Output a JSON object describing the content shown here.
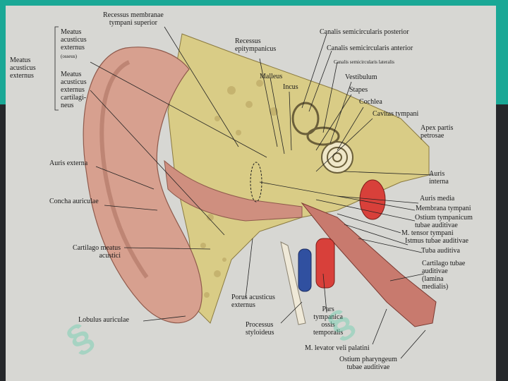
{
  "labels": {
    "recessus_membranae": "Recessus membranae\ntympani superior",
    "meatus_group": "Meatus\nacusticus\nexternus",
    "meatus_osseus": "Meatus\nacusticus\nexternus",
    "osseus_note": "(osseus)",
    "meatus_cartilagineus": "Meatus\nacusticus\nexternus\ncartilagi-\nneus",
    "recessus_epitympanicus": "Recessus\nepitympanicus",
    "canalis_posterior": "Canalis semicircularis posterior",
    "canalis_anterior": "Canalis semicircularis anterior",
    "canalis_lateralis": "Canalis semicircularis lateralis",
    "malleus": "Malleus",
    "incus": "Incus",
    "vestibulum": "Vestibulum",
    "stapes": "Stapes",
    "cochlea": "Cochlea",
    "cavitas_tympani": "Cavitas tympani",
    "apex_partis": "Apex partis\npetrosae",
    "auris_externa": "Auris externa",
    "auris_interna": "Auris\ninterna",
    "concha": "Concha auriculae",
    "auris_media": "Auris media",
    "membrana_tympani": "Membrana tympani",
    "ostium_tympanicum": "Ostium tympanicum\ntubae auditivae",
    "tensor_tympani": "M. tensor tympani",
    "istmus": "Istmus tubae auditivae",
    "cartilago_meatus": "Cartilago meatus\nacustici",
    "tuba_auditiva": "Tuba auditiva",
    "cartilago_tubae": "Cartilago tubae\nauditivae\n(lamina\nmedialis)",
    "porus": "Porus acusticus\nexternus",
    "lobulus": "Lobulus auriculae",
    "pars_tympanica": "Pars\ntympanica\nossis\ntemporalis",
    "processus": "Processus\nstyloideus",
    "levator": "M. levator veli palatini",
    "ostium_pharyngeum": "Ostium pharyngeum\ntubae auditivae"
  },
  "colors": {
    "band": "#1aa896",
    "background": "#d7d7d3",
    "skin": "#d9a090",
    "bone": "#e0d38a",
    "artery": "#d8403a",
    "vein": "#3050a0"
  }
}
